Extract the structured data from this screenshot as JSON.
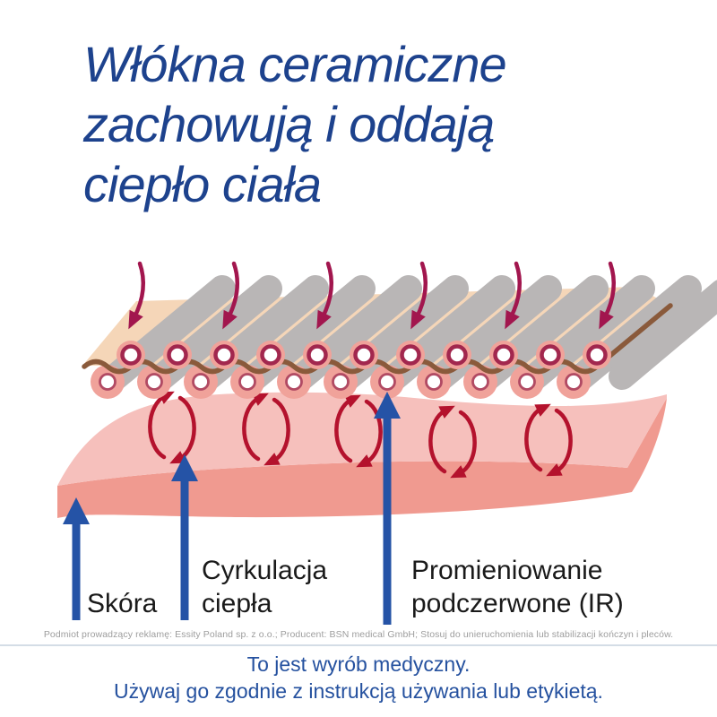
{
  "title": {
    "line1": "Włókna ceramiczne",
    "line2": "zachowują i oddają",
    "line3": "ciepło ciała"
  },
  "diagram": {
    "labels": {
      "skin": "Skóra",
      "circulation_line1": "Cyrkulacja",
      "circulation_line2": "ciepła",
      "ir_line1": "Promieniowanie",
      "ir_line2": "podczerwone (IR)"
    }
  },
  "legal": "Podmiot prowadzący reklamę: Essity Poland sp. z o.o.; Producent: BSN medical GmbH; Stosuj do unieruchomienia lub stabilizacji kończyn i pleców.",
  "footer": {
    "line1": "To jest wyrób medyczny.",
    "line2": "Używaj go zgodnie z instrukcją używania lub etykietą."
  },
  "colors": {
    "title_blue": "#1d428d",
    "label_black": "#1a1a1a",
    "legal_gray": "#9d9d9d",
    "footer_blue": "#25519f",
    "arrow_blue": "#2553a6",
    "circulation_red": "#b4122d",
    "ir_down_red": "#a2164e",
    "fiber_gray": "#b9b6b6",
    "textile_peach": "#f5d6b8",
    "weave_brown": "#8a5a3b",
    "fiber_salmon": "#f0a29a",
    "fiber_ring_dark": "#a2274e",
    "fiber_ring_mid": "#b14a63",
    "skin_light": "#f6c0bc",
    "skin_dark": "#f09a90",
    "white": "#ffffff"
  }
}
